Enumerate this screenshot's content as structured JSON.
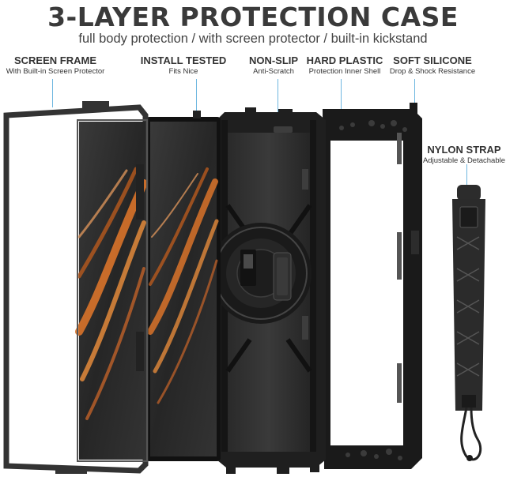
{
  "header": {
    "title": "3-LAYER PROTECTION CASE",
    "subtitle": "full body protection / with screen protector / built-in kickstand"
  },
  "callouts": [
    {
      "heading": "SCREEN FRAME",
      "sub": "With Built-in Screen Protector"
    },
    {
      "heading": "INSTALL TESTED",
      "sub": "Fits Nice"
    },
    {
      "heading": "NON-SLIP",
      "sub": "Anti-Scratch"
    },
    {
      "heading": "HARD PLASTIC",
      "sub": "Protection Inner Shell"
    },
    {
      "heading": "SOFT SILICONE",
      "sub": "Drop & Shock Resistance"
    },
    {
      "heading": "NYLON STRAP",
      "sub": "Adjustable & Detachable"
    }
  ],
  "colors": {
    "leader": "#6fb7e0",
    "case_black": "#1c1c1c",
    "screen_orange": "#d9732a"
  }
}
